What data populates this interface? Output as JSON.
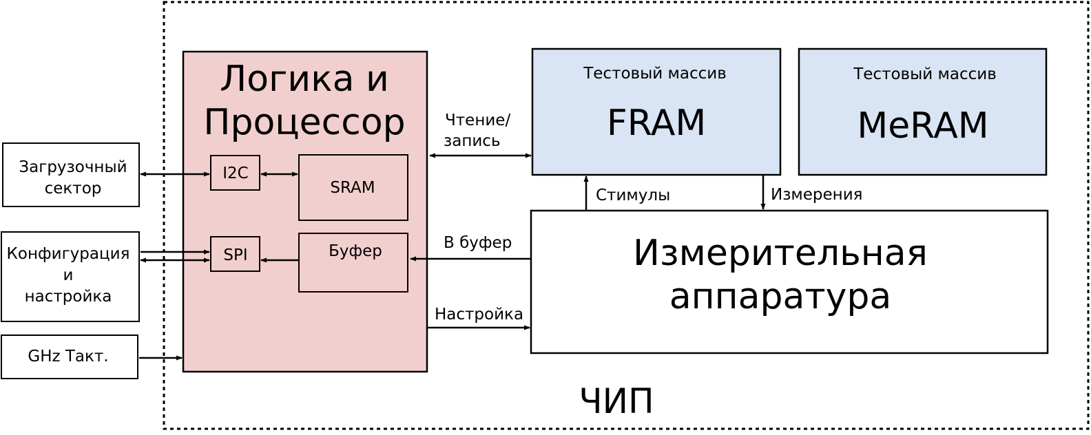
{
  "chip": {
    "label": "ЧИП"
  },
  "logic": {
    "title_line1": "Логика и",
    "title_line2": "Процессор",
    "i2c": "I2C",
    "sram": "SRAM",
    "spi": "SPI",
    "buffer": "Буфер",
    "fill": "#f2cfcf"
  },
  "external": {
    "boot_line1": "Загрузочный",
    "boot_line2": "сектор",
    "config_line1": "Конфигурация",
    "config_line2": "и",
    "config_line3": "настройка",
    "clock": "GHz Такт."
  },
  "arrays": {
    "fram_caption": "Тестовый массив",
    "fram_name": "FRAM",
    "meram_caption": "Тестовый массив",
    "meram_name": "MeRAM",
    "fill": "#d9e4f4"
  },
  "measure": {
    "line1": "Измерительная",
    "line2": "аппаратура"
  },
  "links": {
    "read_write_line1": "Чтение/",
    "read_write_line2": "запись",
    "stimuli": "Стимулы",
    "measurements": "Измерения",
    "to_buffer": "В буфер",
    "setup": "Настройка"
  }
}
